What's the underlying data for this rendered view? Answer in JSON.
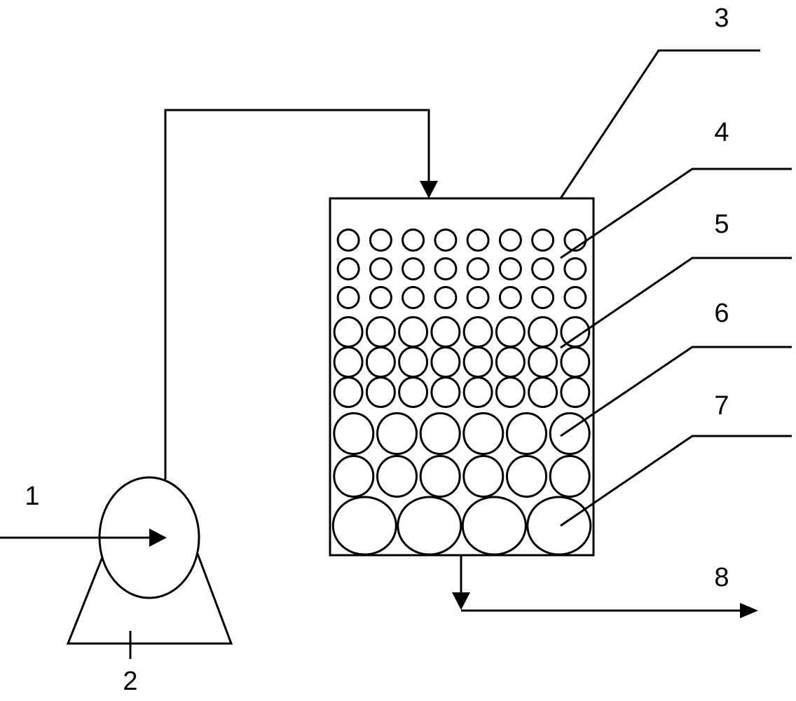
{
  "labels": {
    "inlet": "1",
    "pump_base": "2",
    "vessel": "3",
    "layer_small": "4",
    "layer_medium": "5",
    "layer_large": "6",
    "layer_largest": "7",
    "outlet": "8"
  },
  "packing": {
    "layer_small": {
      "rows": 3,
      "per_row": 8
    },
    "layer_medium": {
      "rows": 3,
      "per_row": 8
    },
    "layer_large": {
      "rows": 2,
      "per_row": 6
    },
    "layer_largest": {
      "rows": 1,
      "per_row": 4
    }
  },
  "colors": {
    "stroke": "#000000",
    "background": "#ffffff"
  }
}
